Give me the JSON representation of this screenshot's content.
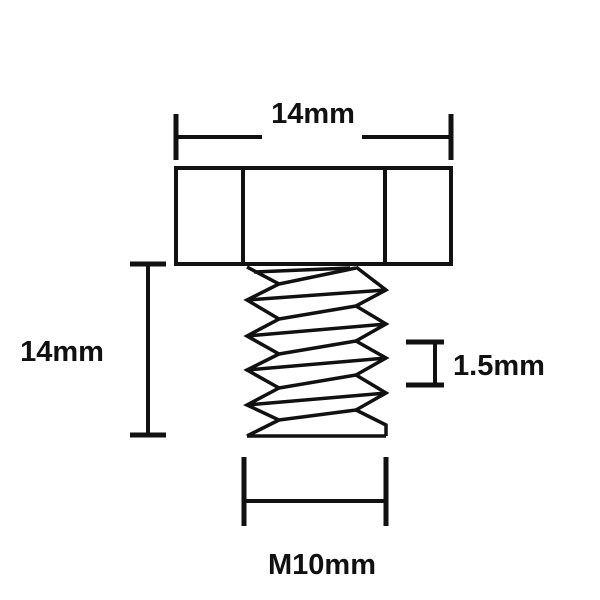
{
  "dimensions": {
    "head_width": "14mm",
    "shank_length": "14mm",
    "thread_pitch": "1.5mm",
    "thread_size": "M10mm"
  }
}
